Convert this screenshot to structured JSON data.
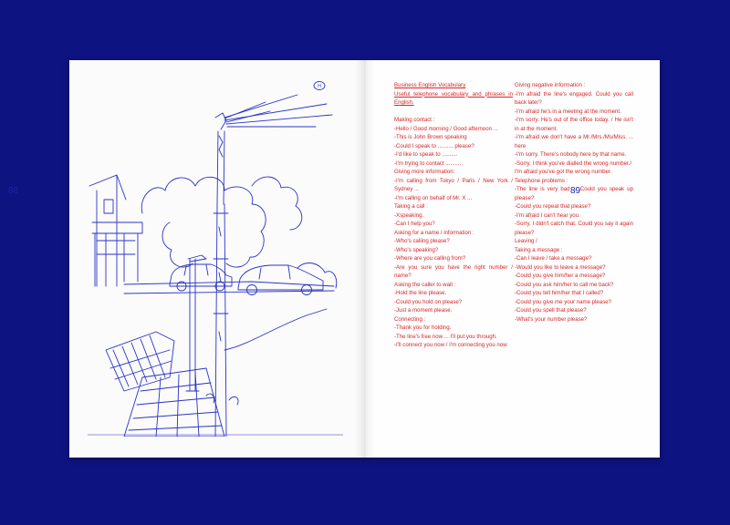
{
  "pages": {
    "left_number": "88",
    "right_number": "89"
  },
  "sketch": {
    "badge_label": "H"
  },
  "column1": [
    {
      "text": "Business English Vocabulary",
      "u": true
    },
    {
      "text": "Useful telephone vocabulary and phrases in English.",
      "u": true
    },
    {
      "text": ""
    },
    {
      "text": "Making contact :"
    },
    {
      "text": "-Hello / Good morning / Good afternoon ..."
    },
    {
      "text": "-This is John Brown speaking"
    },
    {
      "text": "-Could I speak to .......... please?"
    },
    {
      "text": "-I'd like to speak to .........."
    },
    {
      "text": "-I'm trying to contact ..........."
    },
    {
      "text": "Giving more information:"
    },
    {
      "text": "-I'm calling from Tokyo / Paris / New York / Sydney ..."
    },
    {
      "text": "-I'm calling on behalf of Mr. X ..."
    },
    {
      "text": "Taking a call :"
    },
    {
      "text": "-Xspeaking."
    },
    {
      "text": "-Can I help you?"
    },
    {
      "text": "Asking for a name / information :"
    },
    {
      "text": "-Who's calling please?"
    },
    {
      "text": "-Who's speaking?"
    },
    {
      "text": "-Where are you calling from?"
    },
    {
      "text": "-Are you sure you have the right number / name?"
    },
    {
      "text": "Asking the caller to wait :"
    },
    {
      "text": "-Hold the line please."
    },
    {
      "text": "-Could you hold on please?"
    },
    {
      "text": "-Just a moment please."
    },
    {
      "text": "Connecting :"
    },
    {
      "text": "-Thank you for holding."
    },
    {
      "text": "-The line's free now ... I'll put you through."
    },
    {
      "text": "-I'll connect you now / I'm connecting you now"
    }
  ],
  "column2": [
    {
      "text": "Giving negative information :"
    },
    {
      "text": "-I'm afraid the line's engaged. Could you call back later?"
    },
    {
      "text": "-I'm afraid he's in a meeting at the moment."
    },
    {
      "text": "-I'm sorry. He's out of the office today. / He isn't in at the moment."
    },
    {
      "text": "-I'm afraid we don't have a Mr./Mrs./Ms/Miss. ... here"
    },
    {
      "text": "-I'm sorry. There's nobody here by that name."
    },
    {
      "text": "-Sorry. I think you've dialled the wrong number./"
    },
    {
      "text": "I'm afraid you've got the wrong number."
    },
    {
      "text": "Telephone problems :"
    },
    {
      "text": "-The line is very bad ... Could you speak up please?"
    },
    {
      "text": "-Could you repeat that please?"
    },
    {
      "text": "-I'm afraid I can't hear you."
    },
    {
      "text": "-Sorry. I didn't catch that. Could you say it again please?"
    },
    {
      "text": "Leaving /"
    },
    {
      "text": "Taking a message :"
    },
    {
      "text": "-Can I leave / take a message?"
    },
    {
      "text": "-Would you like to leave a message?"
    },
    {
      "text": "-Could you give him/her a message?"
    },
    {
      "text": "-Could you ask him/her to call me back?"
    },
    {
      "text": "-Could you tell him/her that I called?"
    },
    {
      "text": "-Could you give me your name please?"
    },
    {
      "text": "-Could you spell that please?"
    },
    {
      "text": "-What's your number please?"
    }
  ],
  "colors": {
    "background": "#0d1380",
    "ink_text": "#d4262a",
    "sketch_ink": "#2b33c4",
    "page_number": "#1c24a6"
  }
}
